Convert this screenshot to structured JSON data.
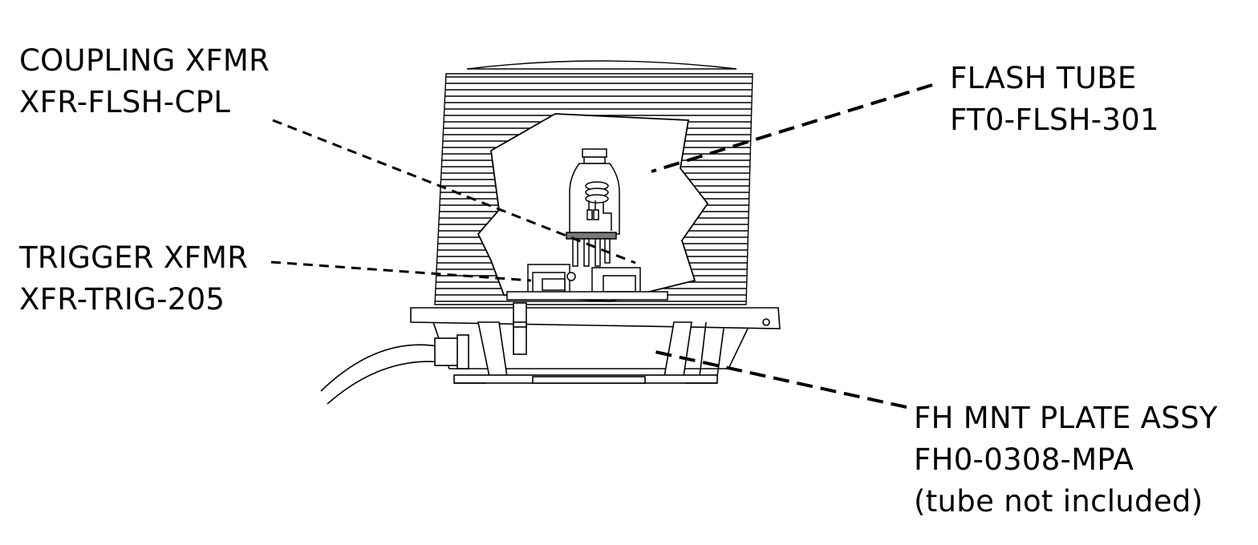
{
  "callouts": {
    "coupling_xfmr": {
      "name": "COUPLING XFMR",
      "part_number": "XFR-FLSH-CPL"
    },
    "trigger_xfmr": {
      "name": "TRIGGER XFMR",
      "part_number": "XFR-TRIG-205"
    },
    "flash_tube": {
      "name": "FLASH TUBE",
      "part_number": "FT0-FLSH-301"
    },
    "mount_plate": {
      "name": "FH MNT PLATE ASSY",
      "part_number": "FH0-0308-MPA",
      "note": "(tube not included)"
    }
  }
}
